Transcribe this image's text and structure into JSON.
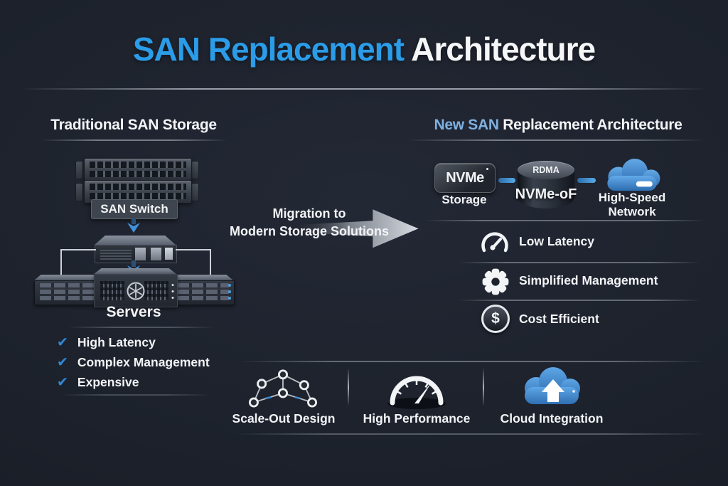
{
  "title": {
    "highlight": "SAN Replacement",
    "rest": " Architecture"
  },
  "left_panel": {
    "header": "Traditional SAN Storage",
    "switch_label": "SAN Switch",
    "servers_label": "Servers",
    "check_glyph": "✔",
    "issues": [
      {
        "icon": "check-icon",
        "label": "High Latency"
      },
      {
        "icon": "check-icon",
        "label": "Complex Management"
      },
      {
        "icon": "check-icon",
        "label": "Expensive"
      }
    ]
  },
  "migration": {
    "line1": "Migration to",
    "line2": "Modern Storage Solutions"
  },
  "right_panel": {
    "header_highlight": "New SAN",
    "header_rest": " Replacement Architecture",
    "flow": [
      {
        "icon": "nvme-storage-device",
        "device_text": "NVMe",
        "label": "Storage"
      },
      {
        "icon": "rdma-cylinder",
        "device_text": "RDMA",
        "label": "NVMe-oF"
      },
      {
        "icon": "cloud-icon",
        "label_line1": "High-Speed",
        "label_line2": "Network"
      }
    ],
    "dollar_glyph": "$",
    "benefits": [
      {
        "icon": "gauge-icon",
        "label": "Low Latency"
      },
      {
        "icon": "gear-icon",
        "label": "Simplified Management"
      },
      {
        "icon": "dollar-icon",
        "label": "Cost Efficient"
      }
    ]
  },
  "bottom_features": [
    {
      "icon": "network-graph-icon",
      "label": "Scale-Out Design"
    },
    {
      "icon": "speedometer-icon",
      "label": "High Performance"
    },
    {
      "icon": "cloud-upload-icon",
      "label": "Cloud Integration"
    }
  ],
  "colors": {
    "background": "#1d222c",
    "title_accent": "#2b9ce8",
    "header_accent": "#7fb0e0",
    "check_blue": "#2f88d4",
    "connector_blue": "#4aa0e4",
    "cloud_blue": "#4a94dc",
    "text_white": "#f2f4f6"
  }
}
